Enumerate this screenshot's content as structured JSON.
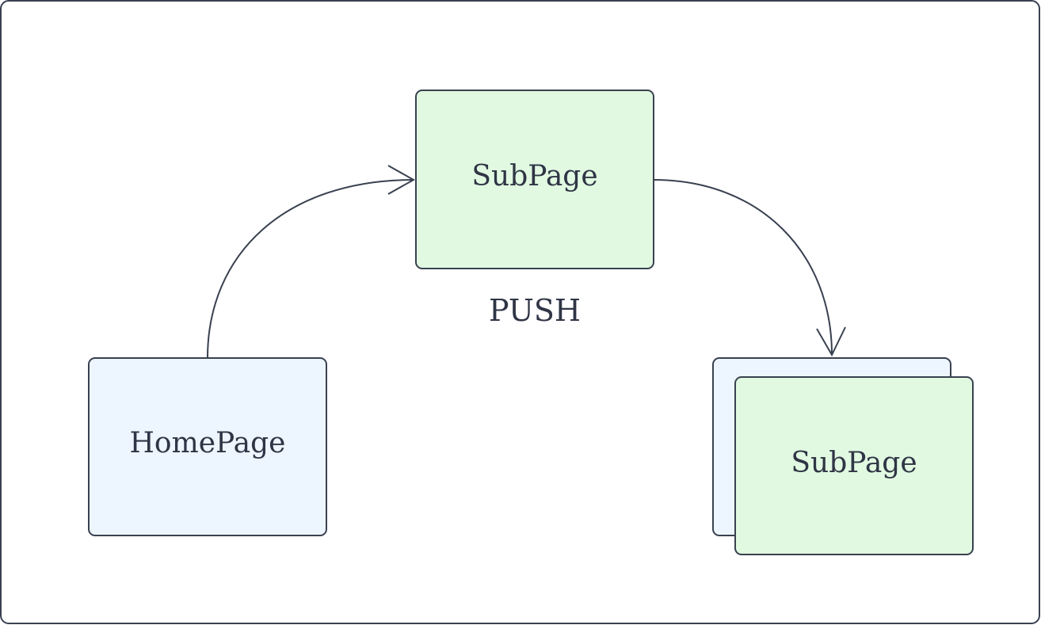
{
  "diagram": {
    "colors": {
      "stroke": "#394150",
      "home_fill": "#edf5fe",
      "sub_fill": "#e1f9e1",
      "text": "#2f3545"
    },
    "nodes": {
      "home": {
        "label": "HomePage"
      },
      "sub_top": {
        "label": "SubPage"
      },
      "stack_back": {
        "label": ""
      },
      "stack_front": {
        "label": "SubPage"
      }
    },
    "edges": {
      "home_to_sub": {
        "label": ""
      },
      "sub_to_stack": {
        "label": ""
      }
    },
    "annotation": {
      "label": "PUSH"
    }
  }
}
